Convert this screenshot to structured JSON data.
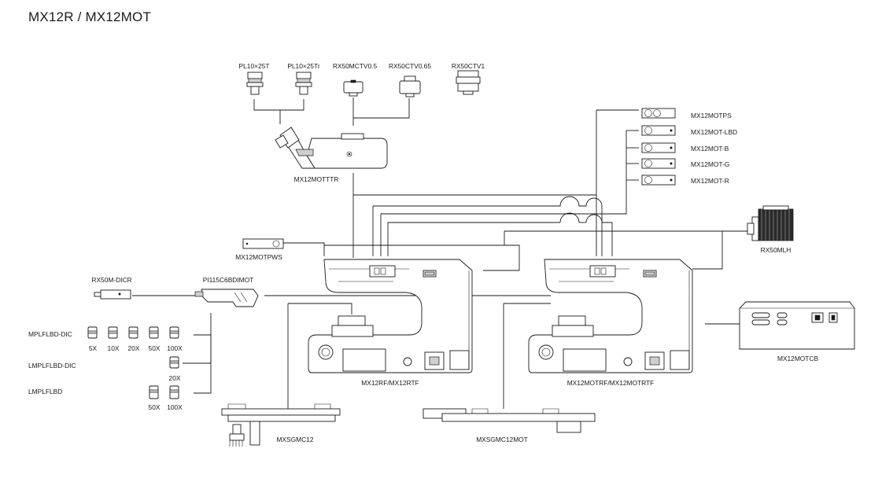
{
  "title": "MX12R / MX12MOT",
  "components": {
    "pl10x25t": "PL10×25T",
    "pl10x25tr": "PL10×25Tr",
    "rx50mctv05": "RX50MCTV0.5",
    "rx50ctv065": "RX50CTV0.65",
    "rx50ctv1": "RX50CTV1",
    "mx12mottr": "MX12MOTTTR",
    "mx12motps": "MX12MOTPS",
    "mx12mot_lbd": "MX12MOT-LBD",
    "mx12mot_b": "MX12MOT-B",
    "mx12mot_g": "MX12MOT-G",
    "mx12mot_r": "MX12MOT-R",
    "rx50mlh": "RX50MLH",
    "mx12motpws": "MX12MOTPWS",
    "rx50m_dicr": "RX50M-DICR",
    "pi115c6bdimot": "PI115C6BDIMOT",
    "mplflbd_dic": "MPLFLBD-DIC",
    "lmplflbd_dic": "LMPLFLBD-DIC",
    "lmplflbd": "LMPLFLBD",
    "mx12rf": "MX12RF/MX12RTF",
    "mx12motrf": "MX12MOTRF/MX12MOTRTF",
    "mx12motcb": "MX12MOTCB",
    "mxsgmc12": "MXSGMC12",
    "mxsgmc12mot": "MXSGMC12MOT"
  },
  "magnifications": {
    "mplflbd_dic": [
      "5X",
      "10X",
      "20X",
      "50X",
      "100X"
    ],
    "lmplflbd_dic": [
      "20X"
    ],
    "lmplflbd": [
      "50X",
      "100X"
    ]
  }
}
